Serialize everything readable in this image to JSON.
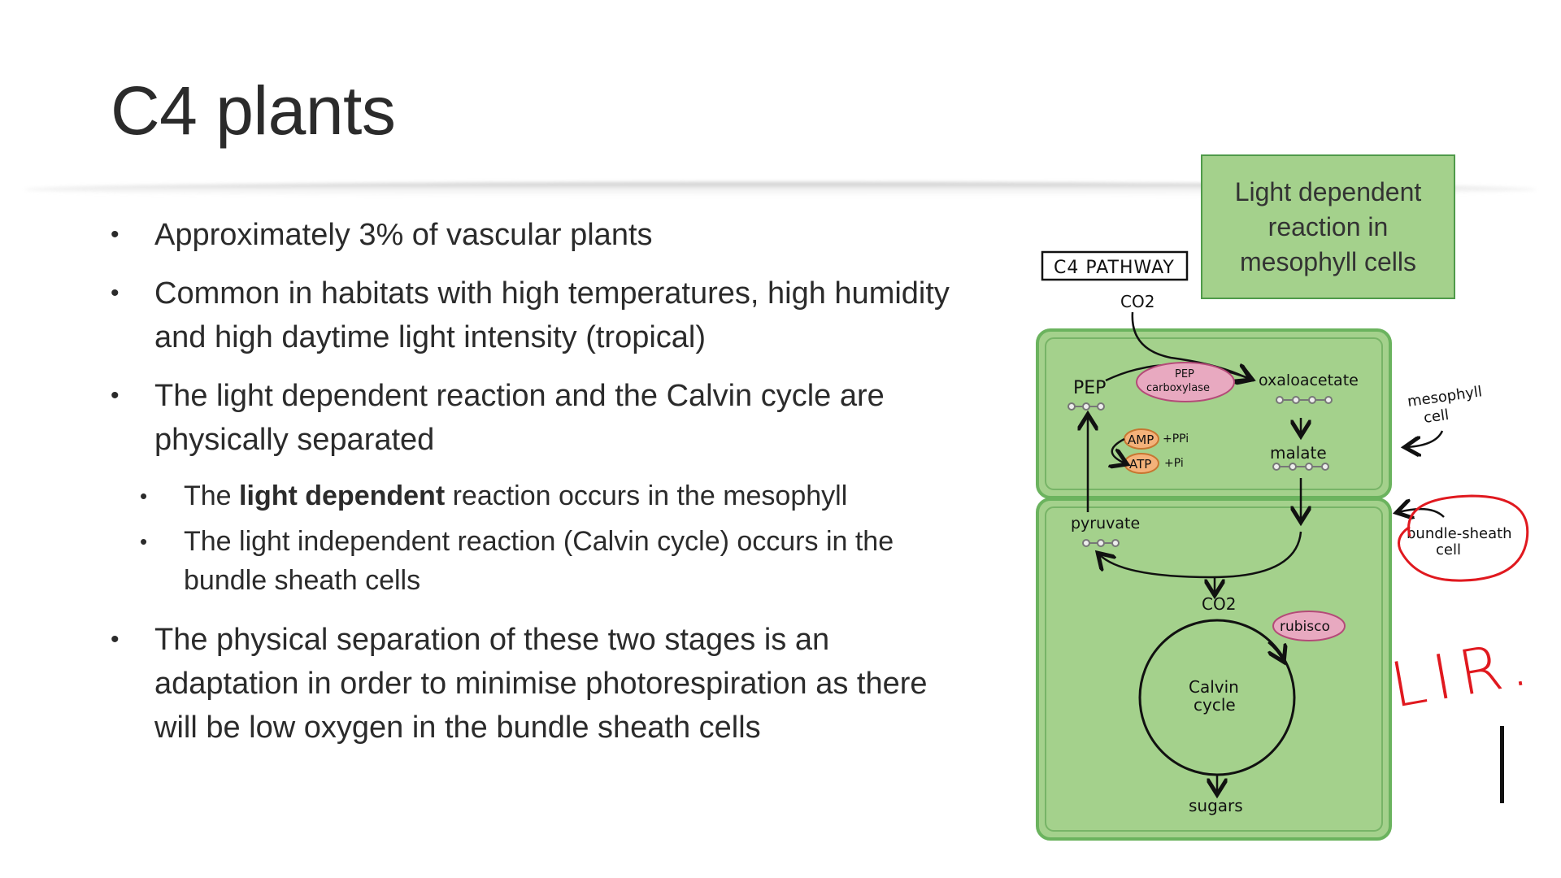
{
  "slide": {
    "title": "C4 plants",
    "bullets": [
      {
        "text": "Approximately 3% of vascular plants"
      },
      {
        "text": "Common in habitats with high temperatures, high humidity and high daytime light intensity (tropical)"
      },
      {
        "text": "The light dependent reaction and the Calvin cycle are physically separated"
      }
    ],
    "sub_bullets": [
      {
        "prefix": "The ",
        "bold": "light dependent",
        "suffix": " reaction occurs in the mesophyll"
      },
      {
        "text": "The light independent reaction (Calvin cycle) occurs in the bundle sheath cells"
      }
    ],
    "last_bullet": {
      "text": "The physical separation of these two stages is an adaptation in order to minimise photorespiration as there will be low oxygen in the bundle sheath cells"
    },
    "callout": {
      "text": "Light dependent reaction in mesophyll cells"
    }
  },
  "diagram": {
    "header": "C4 PATHWAY",
    "co2_top": "CO2",
    "pep": "PEP",
    "pep_carboxylase": [
      "PEP",
      "carboxylase"
    ],
    "oxaloacetate": "oxaloacetate",
    "amp": "AMP",
    "amp_extra": "+PPi",
    "atp": "ATP",
    "atp_extra": "+Pi",
    "malate": "malate",
    "pyruvate": "pyruvate",
    "co2_mid": "CO2",
    "rubisco": "rubisco",
    "calvin": [
      "Calvin",
      "cycle"
    ],
    "sugars": "sugars",
    "mesophyll_label": [
      "mesophyll",
      "cell"
    ],
    "bundle_label": [
      "bundle-sheath",
      "cell"
    ],
    "annotation": "LIR."
  },
  "colors": {
    "cell_green": "#a4d18c",
    "cell_border": "#6bb35e",
    "enzyme_pink": "#e8a9c0",
    "energy_orange": "#f4b27a",
    "annotation_red": "#e0191f"
  }
}
